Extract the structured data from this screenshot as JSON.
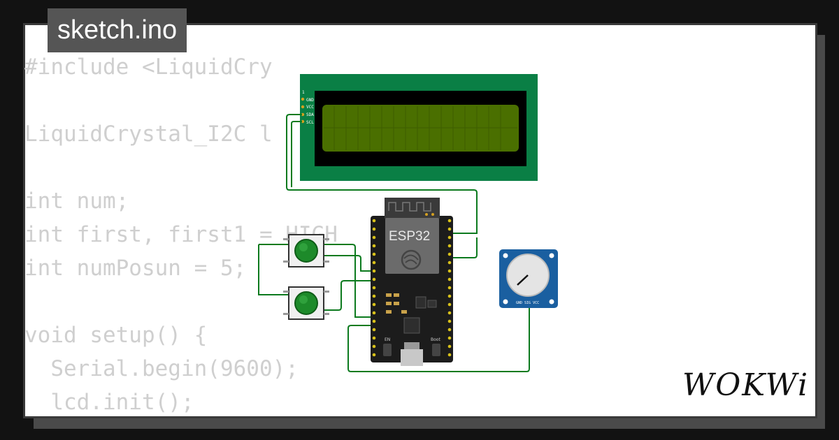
{
  "file_tab": {
    "name": "sketch.ino"
  },
  "code_lines": [
    "#include <LiquidCry",
    "",
    "LiquidCrystal_I2C l",
    "",
    "int num;",
    "int first, first1 = HIGH",
    "int numPosun = 5;",
    "",
    "void setup() {",
    "  Serial.begin(9600);",
    "  lcd.init();"
  ],
  "lcd": {
    "pins": [
      "1",
      "GND",
      "VCC",
      "SDA",
      "SCL"
    ],
    "colors": {
      "board": "#0a7f45",
      "screen": "#4a6f00",
      "bezel": "#000000"
    }
  },
  "esp32": {
    "label": "ESP32",
    "en_label": "EN",
    "boot_label": "Boot"
  },
  "potentiometer": {
    "pins": "GND SIG VCC",
    "color": "#1a5fa0"
  },
  "wire_color": "#0c7a1e",
  "brand": {
    "logo": "WOKWi"
  }
}
